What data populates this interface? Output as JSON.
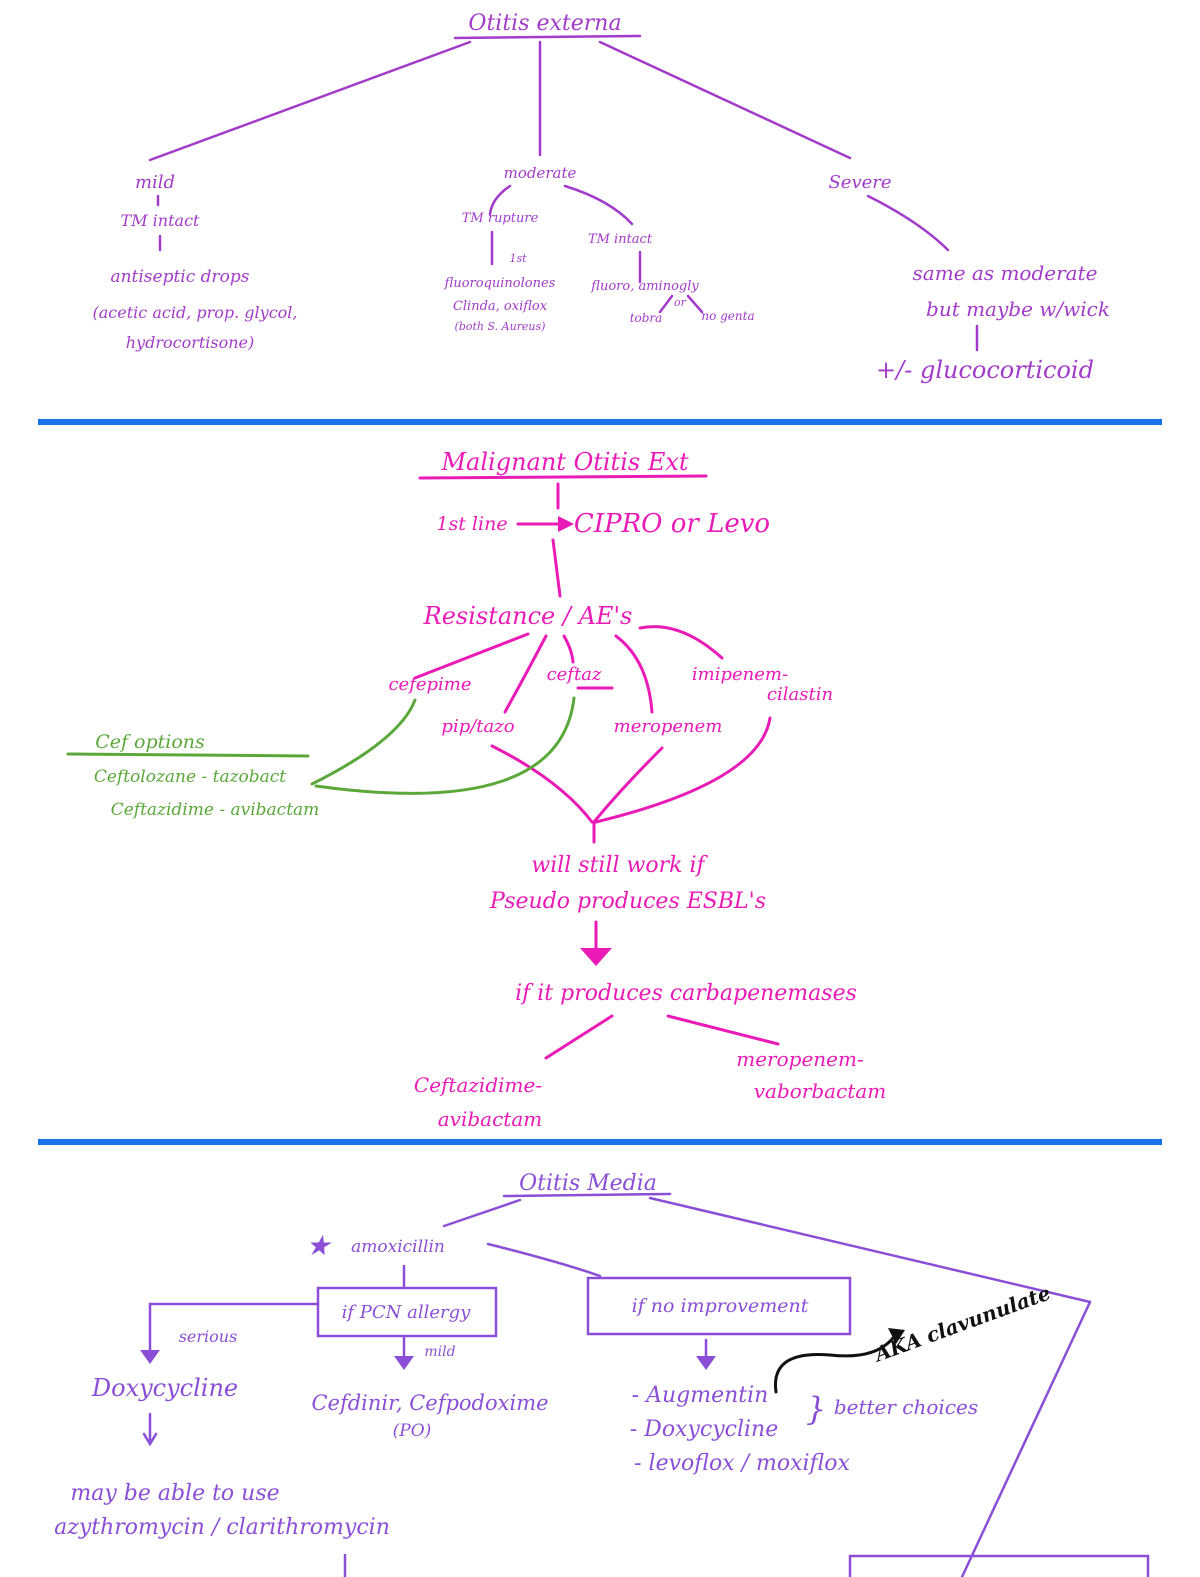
{
  "colors": {
    "section1": "#a23bc9",
    "section2": "#ea1ab7",
    "cef_options": "#5ba83a",
    "section3": "#8a4fd6",
    "divider": "#1a73e8",
    "annotation": "#111111"
  },
  "otitis_externa": {
    "title": "Otitis externa",
    "mild": {
      "label": "mild",
      "tm": "TM intact",
      "treatment": "antiseptic drops",
      "detail_1": "(acetic acid, prop. glycol,",
      "detail_2": "hydrocortisone)"
    },
    "moderate": {
      "label": "moderate",
      "tm_ruptured": "TM rupture",
      "first_line": "1st",
      "fluoroquinolones": "fluoroquinolones",
      "clinda": "Clinda, oxiflox",
      "strain": "(both S. Aureus)",
      "tm_intact": "TM intact",
      "fluoro_amino": "fluoro, aminogly",
      "or": "or",
      "tobra": "tobra",
      "no_genta": "no genta"
    },
    "severe": {
      "label": "Severe",
      "line_1": "same as moderate",
      "line_2": "but maybe w/wick",
      "line_3": "+/- glucocorticoid"
    }
  },
  "malignant": {
    "title": "Malignant Otitis Ext",
    "first_line_label": "1st line",
    "first_line_drugs": "CIPRO or Levo",
    "resistance": "Resistance / AE's",
    "options": {
      "cefepime": "cefepime",
      "ceftaz": "ceftaz",
      "imipenem": "imipenem-",
      "cilastin": "cilastin",
      "pip_tazo": "pip/tazo",
      "meropenem": "meropenem"
    },
    "cef_options": {
      "title": "Cef options",
      "item_1": "Ceftolozane - tazobact",
      "item_2": "Ceftazidime - avibactam"
    },
    "esbl_1": "will still work if",
    "esbl_2": "Pseudo produces ESBL's",
    "carbapenemases": "if it produces carbapenemases",
    "result_left_1": "Ceftazidime-",
    "result_left_2": "avibactam",
    "result_right_1": "meropenem-",
    "result_right_2": "vaborbactam"
  },
  "otitis_media": {
    "title": "Otitis Media",
    "star": "★",
    "first": "amoxicillin",
    "pcn_allergy": "if PCN allergy",
    "no_improvement": "if no improvement",
    "serious": "serious",
    "mild": "mild",
    "doxy": "Doxycycline",
    "cef_1": "Cefdinir, Cefpodoxime",
    "cef_2": "(PO)",
    "aug": "- Augmentin",
    "doxy_2": "- Doxycycline",
    "quin": "- levoflox / moxiflox",
    "better": "better choices",
    "aka": "AKA clavunulate",
    "may_1": "may be able to use",
    "may_2": "azythromycin / clarithromycin"
  }
}
